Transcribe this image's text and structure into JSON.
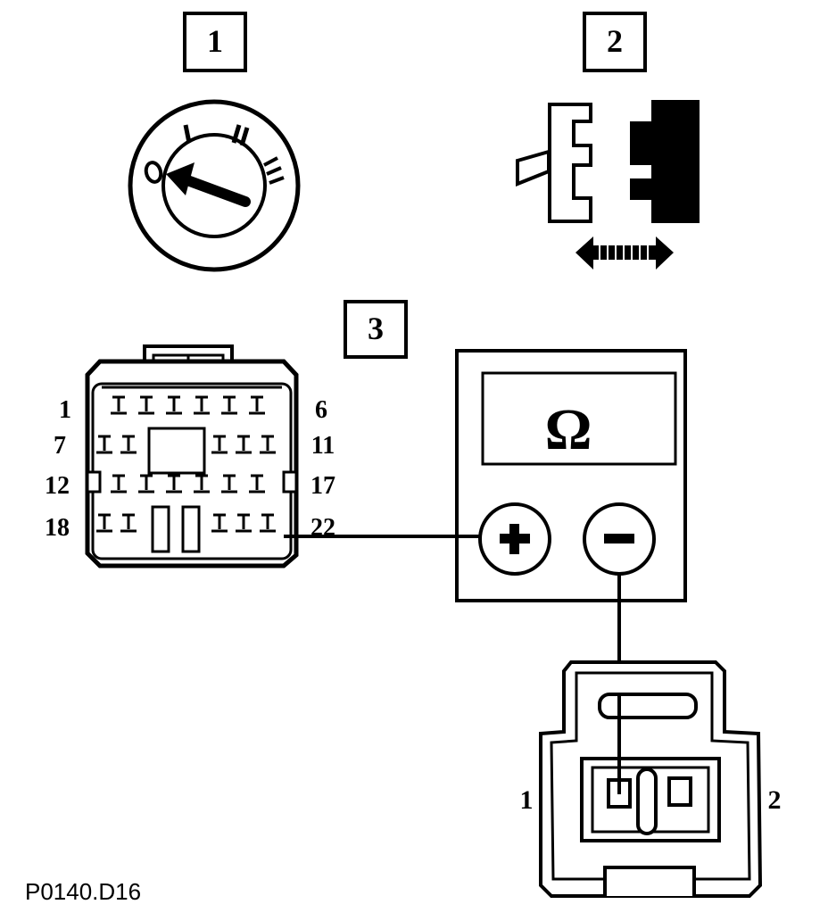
{
  "steps": [
    "1",
    "2",
    "3"
  ],
  "ignition": {
    "positions": [
      "O",
      "I",
      "II",
      "III"
    ]
  },
  "ecu_connector": {
    "row_labels_left": [
      "1",
      "7",
      "12",
      "18"
    ],
    "row_labels_right": [
      "6",
      "11",
      "17",
      "22"
    ]
  },
  "meter": {
    "symbol": "Ω",
    "positive": "+",
    "negative": "−"
  },
  "sensor_connector": {
    "pin_left": "1",
    "pin_right": "2"
  },
  "figure_code": "P0140.D16"
}
